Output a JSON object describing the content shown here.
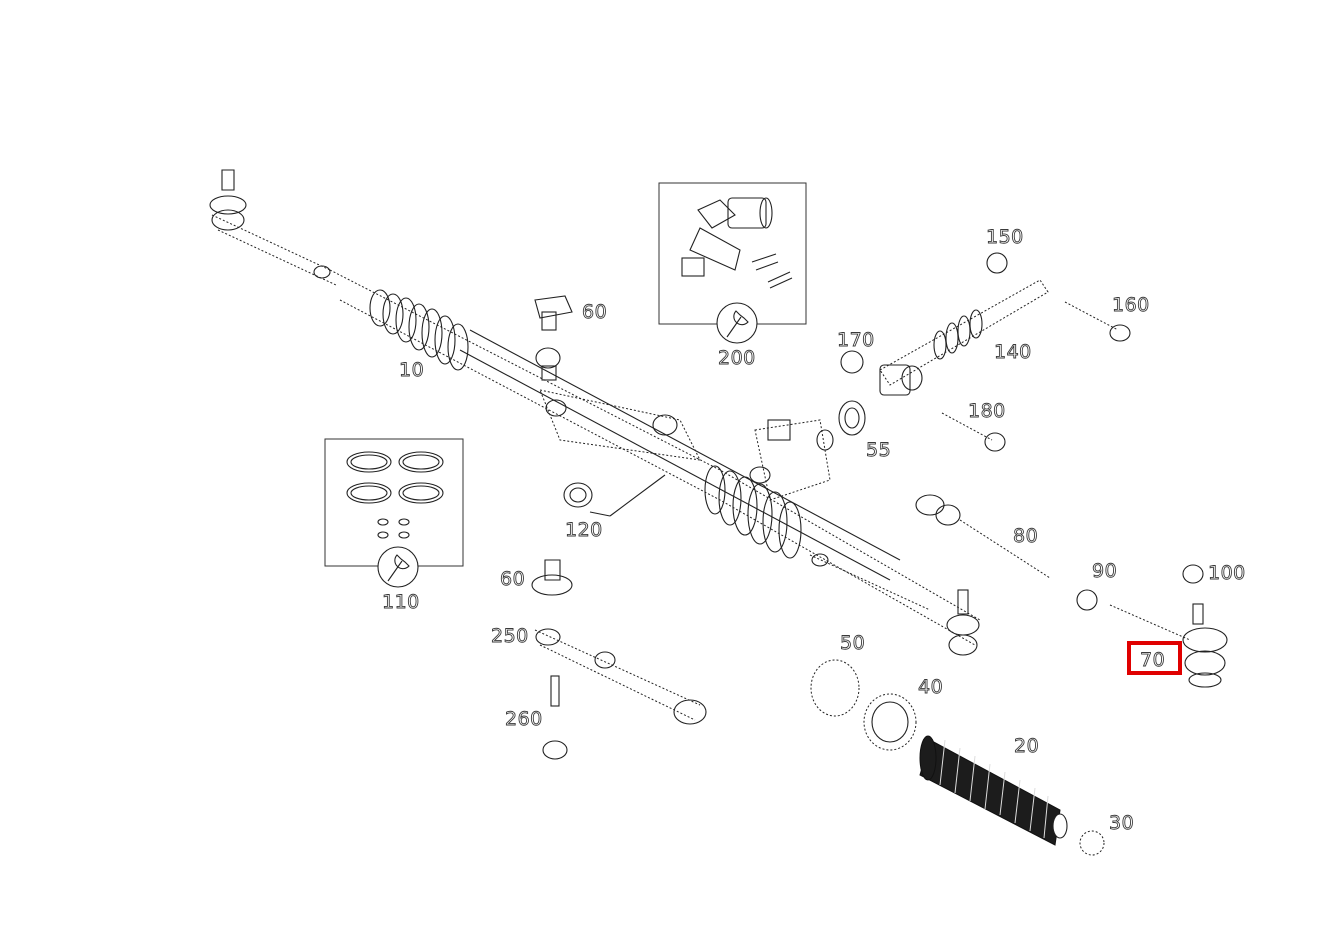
{
  "diagram": {
    "labels": {
      "p10": "10",
      "p20": "20",
      "p30": "30",
      "p40": "40",
      "p50": "50",
      "p55": "55",
      "p60a": "60",
      "p60b": "60",
      "p70": "70",
      "p80": "80",
      "p90": "90",
      "p100": "100",
      "p110": "110",
      "p120": "120",
      "p140": "140",
      "p150": "150",
      "p160": "160",
      "p170": "170",
      "p180": "180",
      "p200": "200",
      "p250": "250",
      "p260": "260"
    },
    "highlighted_part": "70",
    "highlight_color": "#e00000",
    "icons": [
      "wrench-icon"
    ]
  }
}
